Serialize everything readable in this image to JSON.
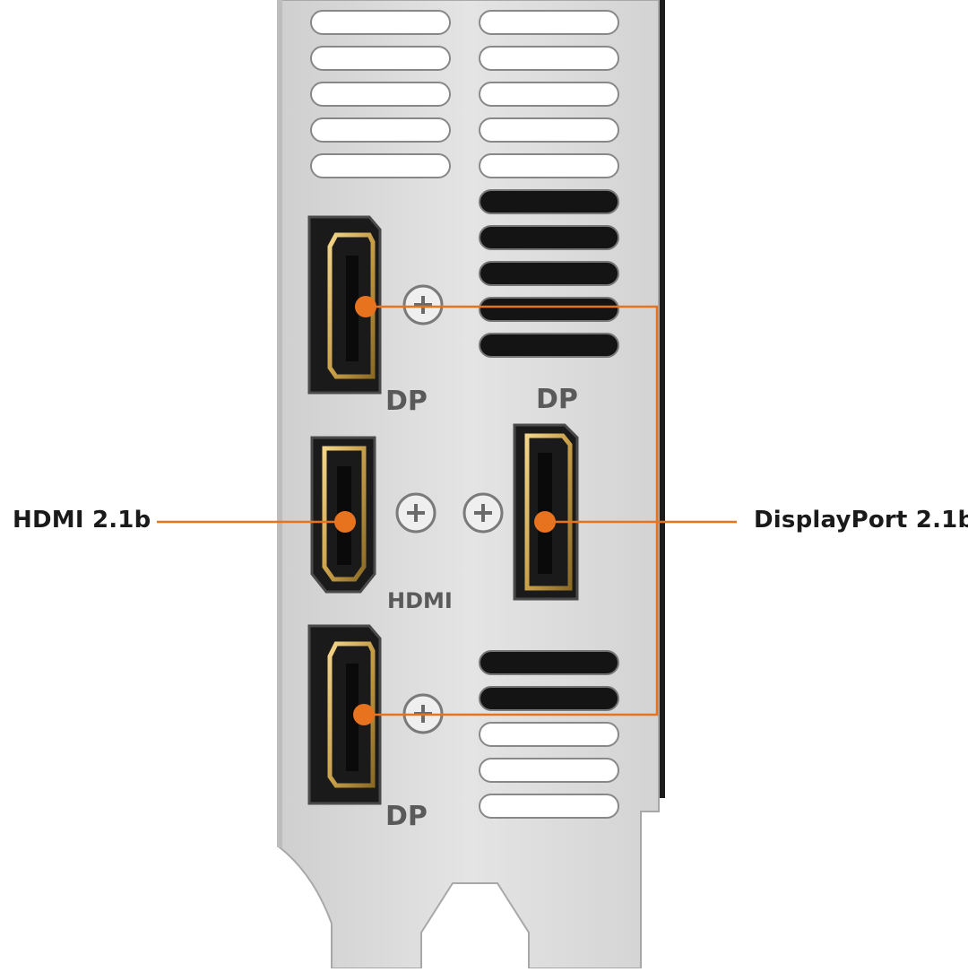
{
  "callouts": {
    "left": "HDMI 2.1b",
    "right": "DisplayPort 2.1b"
  },
  "port_labels": {
    "dp_top_left": "DP",
    "dp_top_right": "DP",
    "hdmi": "HDMI",
    "dp_bottom_left": "DP"
  },
  "colors": {
    "accent": "#e8731f",
    "bracket": "#d9d9d9",
    "port_gold": "#c9a04a"
  },
  "icons": [
    "screw-icon"
  ]
}
